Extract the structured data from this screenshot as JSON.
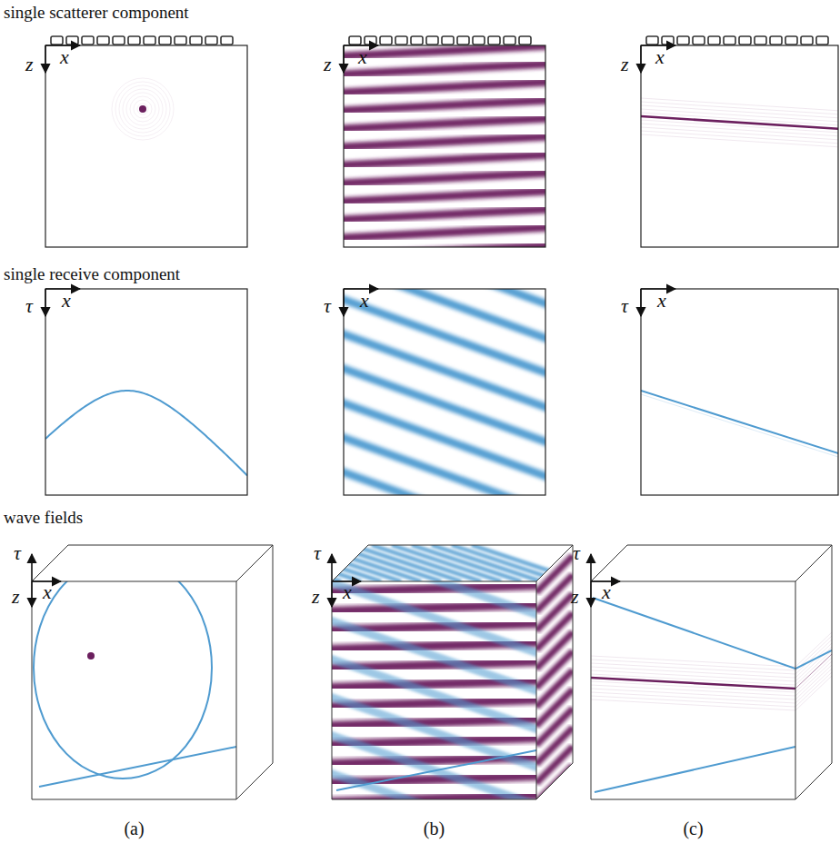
{
  "diagram": {
    "labels": [
      "single scatterer component",
      "x",
      "z",
      "x",
      "z",
      "x",
      "z",
      "single receive component",
      "x",
      "τ",
      "x",
      "τ",
      "x",
      "τ",
      "wave fields",
      "τ",
      "x",
      "z",
      "τ",
      "x",
      "z",
      "τ",
      "x",
      "z",
      "(a)",
      "(b)",
      "(c)"
    ]
  }
}
